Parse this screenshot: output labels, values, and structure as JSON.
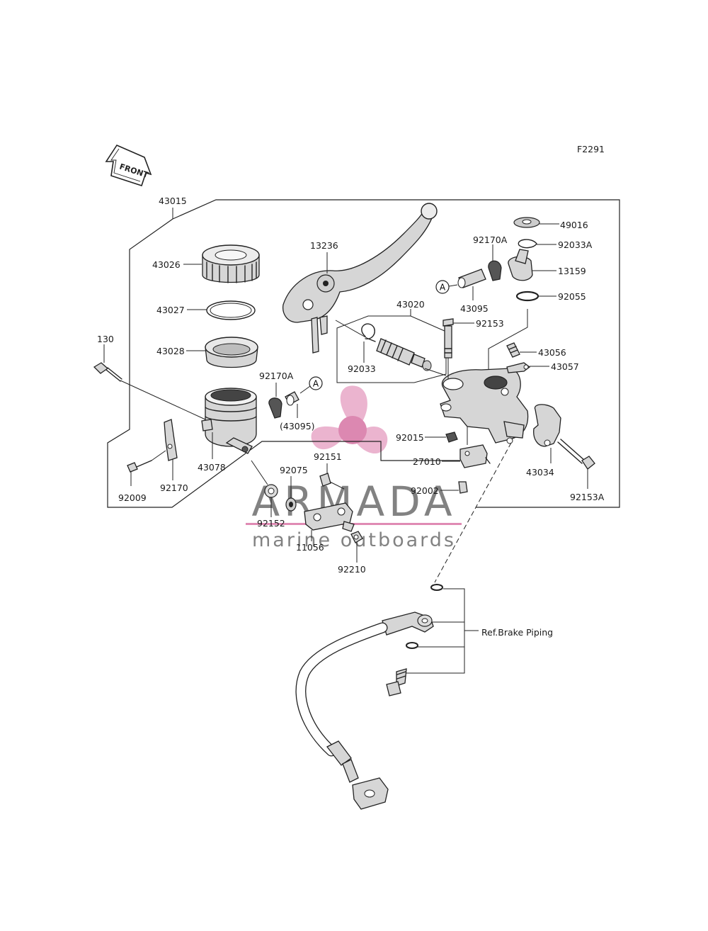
{
  "figure_code": "F2291",
  "front_arrow": "FRONT",
  "ref_note": "Ref.Brake Piping",
  "watermark": {
    "name": "ARMADA",
    "tagline": "marine outboards",
    "accent": "#e08bb4"
  },
  "ref_markers": [
    "A",
    "A"
  ],
  "labels": {
    "l43015": "43015",
    "l43026": "43026",
    "l43027": "43027",
    "l43028": "43028",
    "l130": "130",
    "l92170A_left": "92170A",
    "l43095_paren": "(43095)",
    "l43078": "43078",
    "l92009": "92009",
    "l92170": "92170",
    "l13236": "13236",
    "l43020": "43020",
    "l92033": "92033",
    "l92151": "92151",
    "l92075": "92075",
    "l92152": "92152",
    "l11056": "11056",
    "l92210": "92210",
    "l49016": "49016",
    "l92170A_right": "92170A",
    "l92033A": "92033A",
    "l13159": "13159",
    "l43095": "43095",
    "l92055": "92055",
    "l92153": "92153",
    "l43056": "43056",
    "l43057": "43057",
    "l92015": "92015",
    "l27010": "27010",
    "l92002": "92002",
    "l43034": "43034",
    "l92153A": "92153A"
  }
}
